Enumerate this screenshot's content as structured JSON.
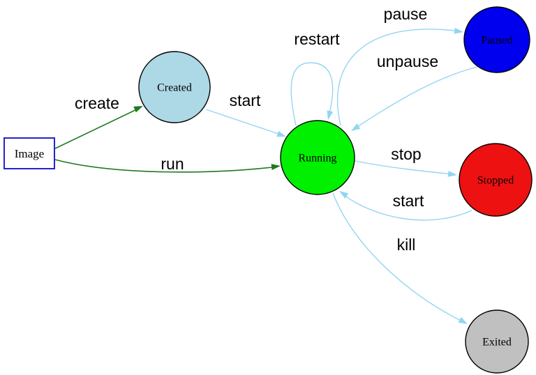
{
  "diagram": {
    "type": "state-diagram",
    "subject": "container lifecycle"
  },
  "colors": {
    "background": "#ffffff",
    "node_border": "#000000",
    "image_border": "#2323cc",
    "edge_light": "#93d5f2",
    "edge_dark": "#1f7a1f",
    "label_text": "#000000"
  },
  "nodes": {
    "image": {
      "label": "Image",
      "shape": "rectangle",
      "fill": "#ffffff"
    },
    "created": {
      "label": "Created",
      "shape": "circle",
      "fill": "#add8e6"
    },
    "running": {
      "label": "Running",
      "shape": "circle",
      "fill": "#00f000"
    },
    "paused": {
      "label": "Paused",
      "shape": "circle",
      "fill": "#0000ee"
    },
    "stopped": {
      "label": "Stopped",
      "shape": "circle",
      "fill": "#ee1111"
    },
    "exited": {
      "label": "Exited",
      "shape": "circle",
      "fill": "#c0c0c0"
    }
  },
  "edges": {
    "create": {
      "label": "create",
      "from": "Image",
      "to": "Created",
      "color": "#1f7a1f"
    },
    "run": {
      "label": "run",
      "from": "Image",
      "to": "Running",
      "color": "#1f7a1f"
    },
    "start_created": {
      "label": "start",
      "from": "Created",
      "to": "Running",
      "color": "#93d5f2"
    },
    "restart": {
      "label": "restart",
      "from": "Running",
      "to": "Running",
      "color": "#93d5f2"
    },
    "pause": {
      "label": "pause",
      "from": "Running",
      "to": "Paused",
      "color": "#93d5f2"
    },
    "unpause": {
      "label": "unpause",
      "from": "Paused",
      "to": "Running",
      "color": "#93d5f2"
    },
    "stop": {
      "label": "stop",
      "from": "Running",
      "to": "Stopped",
      "color": "#93d5f2"
    },
    "start_stopped": {
      "label": "start",
      "from": "Stopped",
      "to": "Running",
      "color": "#93d5f2"
    },
    "kill": {
      "label": "kill",
      "from": "Running",
      "to": "Exited",
      "color": "#93d5f2"
    }
  }
}
